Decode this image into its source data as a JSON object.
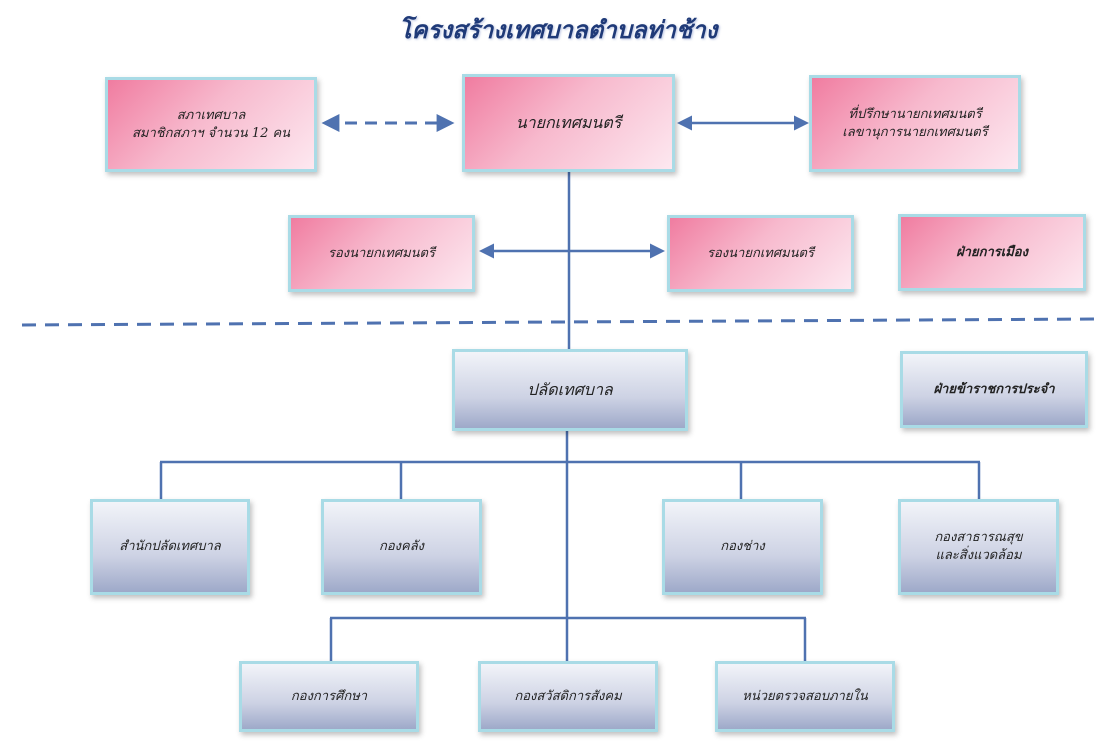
{
  "title": "โครงสร้างเทศบาลตำบลท่าช้าง",
  "boxes": {
    "council_line1": "สภาเทศบาล",
    "council_line2": "สมาชิกสภาฯ  จำนวน 12 คน",
    "mayor": "นายกเทศมนตรี",
    "advisor_line1": "ที่ปรึกษานายกเทศมนตรี",
    "advisor_line2": "เลขานุการนายกเทศมนตรี",
    "deputy_left": "รองนายกเทศมนตรี",
    "deputy_right": "รองนายกเทศมนตรี",
    "political_affairs": "ฝ่ายการเมือง",
    "clerk": "ปลัดเทศบาล",
    "civil_servants": "ฝ่ายข้าราชการประจำ",
    "office_clerk": "สำนักปลัดเทศบาล",
    "finance": "กองคลัง",
    "engineering": "กองช่าง",
    "health_line1": "กองสาธารณสุข",
    "health_line2": "และสิ่งแวดล้อม",
    "education": "กองการศึกษา",
    "welfare": "กองสวัสดิการสังคม",
    "audit": "หน่วยตรวจสอบภายใน"
  },
  "colors": {
    "line": "#4f72b0",
    "title": "#1f3a78",
    "border": "#a9dbe6"
  }
}
